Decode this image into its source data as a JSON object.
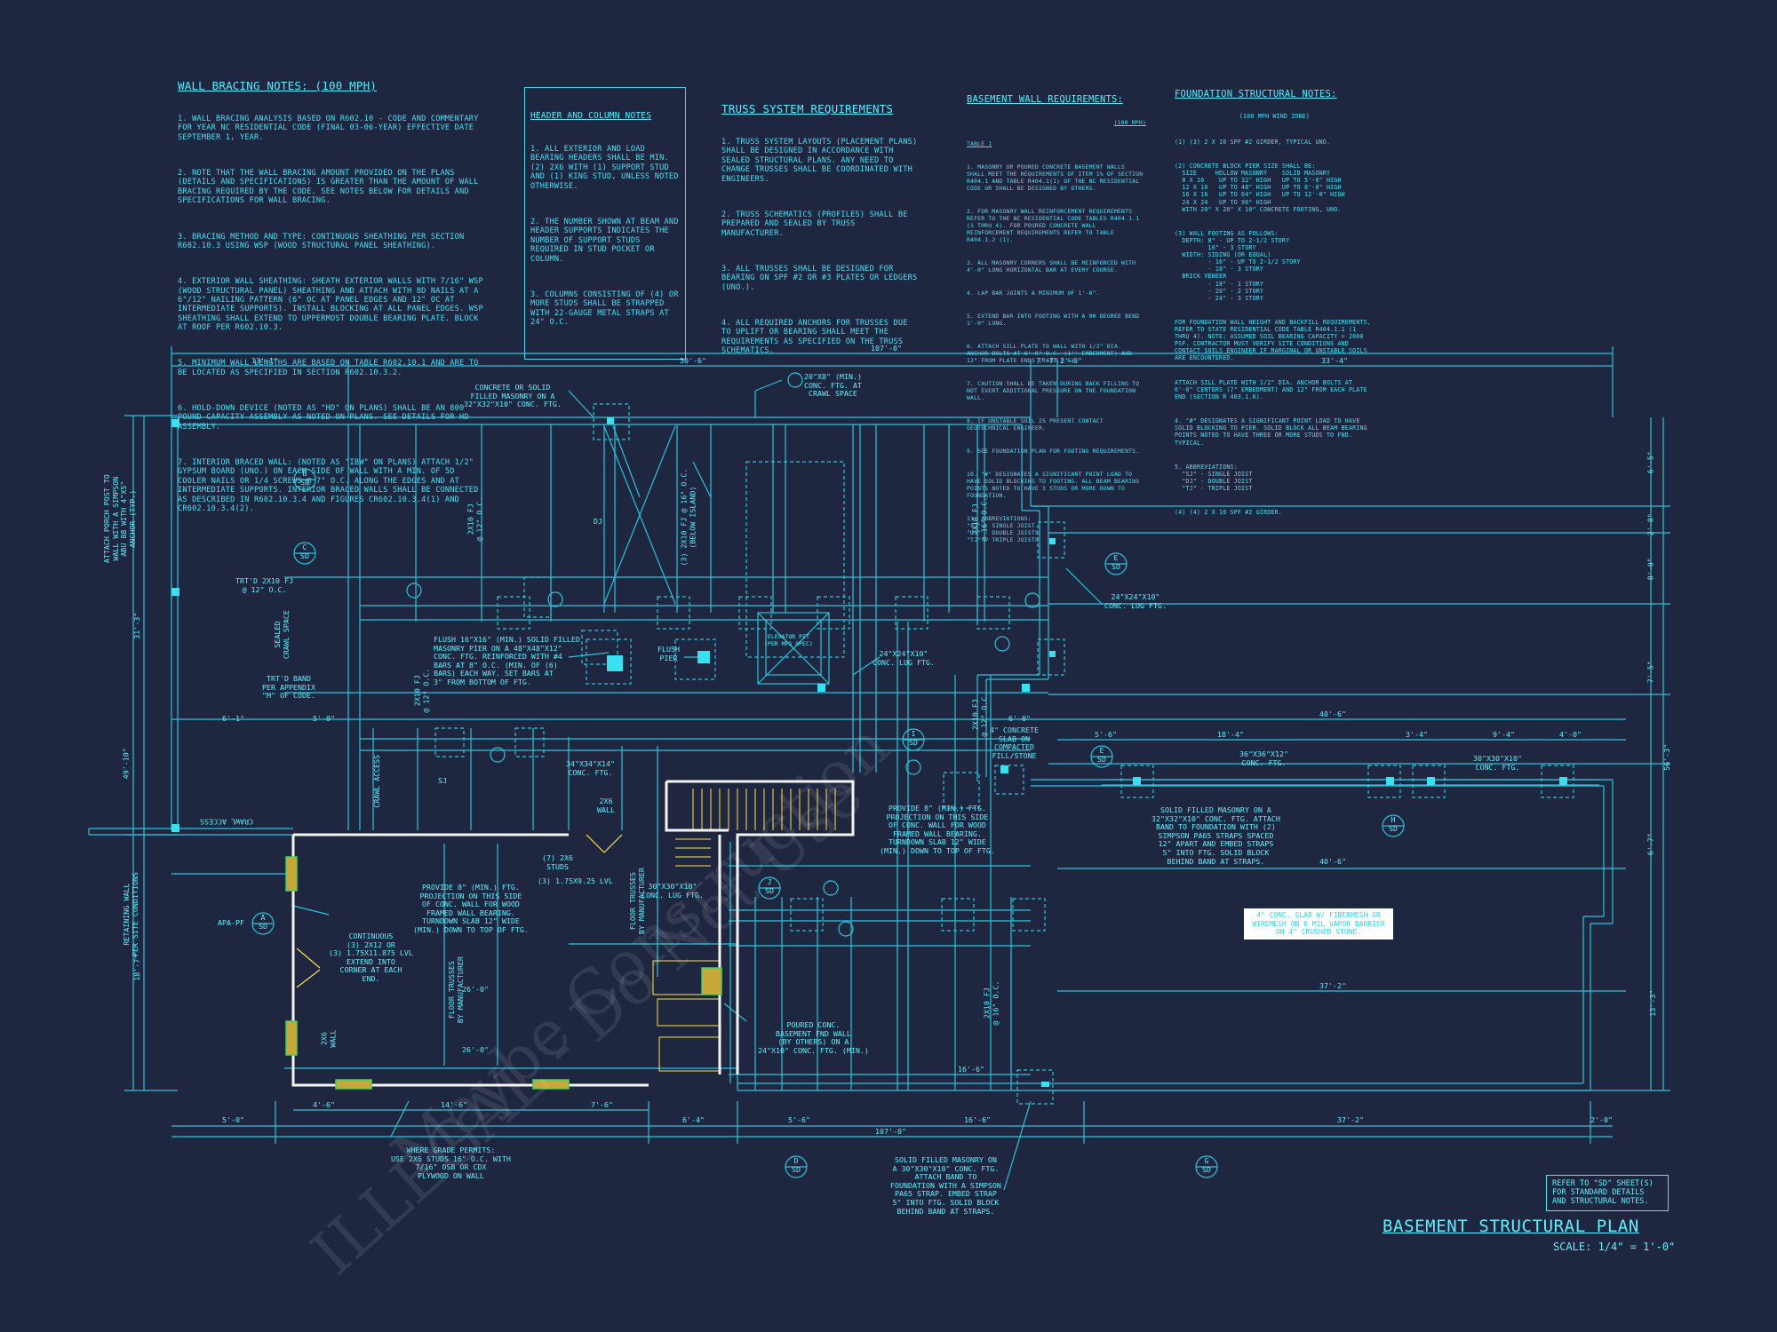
{
  "title": "BASEMENT STRUCTURAL PLAN",
  "scale": "SCALE: 1/4\" = 1'-0\"",
  "ref_note": "REFER TO \"SD\" SHEET(S)\nFOR STANDARD DETAILS\nAND STRUCTURAL NOTES.",
  "watermarks": [
    "Maybe Construction",
    "ILLEGAL - Do Not Use"
  ],
  "wall_bracing": {
    "title": "WALL BRACING NOTES: (100 MPH)",
    "items": [
      "1. WALL BRACING ANALYSIS BASED ON R602.10 - CODE AND COMMENTARY FOR YEAR NC RESIDENTIAL CODE (FINAL 03-06-YEAR) EFFECTIVE DATE SEPTEMBER 1, YEAR.",
      "2. NOTE THAT THE WALL BRACING AMOUNT PROVIDED ON THE PLANS (DETAILS AND SPECIFICATIONS) IS GREATER THAN THE AMOUNT OF WALL BRACING REQUIRED BY THE CODE. SEE NOTES BELOW FOR DETAILS AND SPECIFICATIONS FOR WALL BRACING.",
      "3. BRACING METHOD AND TYPE: CONTINUOUS SHEATHING PER SECTION R602.10.3 USING WSP (WOOD STRUCTURAL PANEL SHEATHING).",
      "4. EXTERIOR WALL SHEATHING: SHEATH EXTERIOR WALLS WITH 7/16\" WSP (WOOD STRUCTURAL PANEL) SHEATHING AND ATTACH WITH 8d NAILS AT A 6\"/12\" NAILING PATTERN (6\" OC AT PANEL EDGES AND 12\" OC AT INTERMEDIATE SUPPORTS). INSTALL BLOCKING AT ALL PANEL EDGES. WSP SHEATHING SHALL EXTEND TO UPPERMOST DOUBLE BEARING PLATE. BLOCK AT ROOF PER R602.10.3.",
      "5. MINIMUM WALL LENGTHS ARE BASED ON TABLE R602.10.1 AND ARE TO BE LOCATED AS SPECIFIED IN SECTION R602.10.3.2.",
      "6. HOLD-DOWN DEVICE (NOTED AS \"HD\" ON PLANS) SHALL BE AN 800 POUND CAPACITY ASSEMBLY AS NOTED ON PLANS. SEE DETAILS FOR HD ASSEMBLY.",
      "7. INTERIOR BRACED WALL: (NOTED AS \"IBW\" ON PLANS) ATTACH 1/2\" GYPSUM BOARD (UNO.) ON EACH SIDE OF WALL WITH A MIN. OF 5d COOLER NAILS OR 1/4 SCREWS @ 7\" O.C. ALONG THE EDGES AND AT INTERMEDIATE SUPPORTS. INTERIOR BRACED WALLS SHALL BE CONNECTED AS DESCRIBED IN R602.10.3.4 AND FIGURES CR602.10.3.4(1) AND CR602.10.3.4(2)."
    ]
  },
  "header_column": {
    "title": "HEADER AND COLUMN NOTES",
    "items": [
      "1. ALL EXTERIOR AND LOAD BEARING HEADERS SHALL BE MIN. (2) 2x6 WITH (1) SUPPORT STUD AND (1) KING STUD, UNLESS NOTED OTHERWISE.",
      "2. THE NUMBER SHOWN AT BEAM AND HEADER SUPPORTS INDICATES THE NUMBER OF SUPPORT STUDS REQUIRED IN STUD POCKET OR COLUMN.",
      "3. COLUMNS CONSISTING OF (4) OR MORE STUDS SHALL BE STRAPPED WITH 22-GAUGE METAL STRAPS AT 24\" O.C."
    ]
  },
  "truss_system": {
    "title": "TRUSS SYSTEM REQUIREMENTS",
    "items": [
      "1. TRUSS SYSTEM LAYOUTS (PLACEMENT PLANS) SHALL BE DESIGNED IN ACCORDANCE WITH SEALED STRUCTURAL PLANS. ANY NEED TO CHANGE TRUSSES SHALL BE COORDINATED WITH ENGINEERS.",
      "2. TRUSS SCHEMATICS (PROFILES) SHALL BE PREPARED AND SEALED BY TRUSS MANUFACTURER.",
      "3. ALL TRUSSES SHALL BE DESIGNED FOR BEARING ON SPF #2 OR #3 PLATES OR LEDGERS (UNO.).",
      "4. ALL REQUIRED ANCHORS FOR TRUSSES DUE TO UPLIFT OR BEARING SHALL MEET THE REQUIREMENTS AS SPECIFIED ON THE TRUSS SCHEMATICS."
    ]
  },
  "basement_wall": {
    "title": "BASEMENT WALL REQUIREMENTS:",
    "subtitle": "(100 MPH)",
    "table": "TABLE 1",
    "items": [
      "1. MASONRY OR POURED CONCRETE BASEMENT WALLS SHALL MEET THE REQUIREMENTS OF ITEM 1% OF SECTION R404.1 AND TABLE R404.1(1) OF THE NC RESIDENTIAL CODE OR SHALL BE DESIGNED BY OTHERS.",
      "2. FOR MASONRY WALL REINFORCEMENT REQUIREMENTS REFER TO THE NC RESIDENTIAL CODE TABLES R404.1.1 (1 THRU 4). FOR POURED CONCRETE WALL REINFORCEMENT REQUIREMENTS REFER TO TABLE R404.1.2 (1).",
      "3. ALL MASONRY CORNERS SHALL BE REINFORCED WITH 4'-0\" LONG HORIZONTAL BAR AT EVERY COURSE.",
      "4. LAP BAR JOINTS A MINIMUM OF 1'-6\".",
      "5. EXTEND BAR INTO FOOTING WITH A 90 DEGREE BEND 1'-0\" LONG.",
      "6. ATTACH SILL PLATE TO WALL WITH 1/2\" DIA. ANCHOR BOLTS AT 6'-0\" O.C. (1'' EMBEDMENT) AND 12\" FROM PLATE ENDS (R403.1.6).",
      "7. CAUTION SHALL BE TAKEN DURING BACK FILLING TO NOT EXERT ADDITIONAL PRESSURE ON THE FOUNDATION WALL.",
      "8. IF UNSTABLE SOIL IS PRESENT CONTACT GEOTECHNICAL ENGINEER.",
      "9. SEE FOUNDATION PLAN FOR FOOTING REQUIREMENTS.",
      "10. \"#\" DESIGNATES A SIGNIFICANT POINT LOAD TO HAVE SOLID BLOCKING TO FOOTING. ALL BEAM BEARING POINTS NOTED TO HAVE 3 STUDS OR MORE DOWN TO FOUNDATION.",
      "11. ABBREVIATIONS:\n\"SJ\" - SINGLE JOIST\n\"DJ\" - DOUBLE JOISTS\n\"TJ\" - TRIPLE JOISTS"
    ]
  },
  "foundation_notes": {
    "title": "FOUNDATION STRUCTURAL NOTES:",
    "subtitle": "(100 MPH WIND ZONE)",
    "items": [
      "(1) (3) 2 x 10 SPF #2 GIRDER, TYPICAL UNO.",
      "(2) CONCRETE BLOCK PIER SIZE SHALL BE:\n  SIZE     HOLLOW MASONRY    SOLID MASONRY\n  8 x 16    UP TO 32\" HIGH   UP TO 5'-0\" HIGH\n  12 x 16   UP TO 48\" HIGH   UP TO 8'-0\" HIGH\n  16 x 16   UP TO 64\" HIGH   UP TO 12'-0\" HIGH\n  24 x 24   UP TO 96\" HIGH\n  WITH 20\" x 20\" x 10\" CONCRETE FOOTING, UNO.",
      "(3) WALL FOOTING AS FOLLOWS:\n  DEPTH: 8\" - UP TO 2-1/2 STORY\n         10\" - 3 STORY\n  WIDTH: SIDING (OR EQUAL)\n         - 16\" - UP TO 2-1/2 STORY\n         - 18\" - 3 STORY\n  BRICK VENEER\n         - 18\" - 1 STORY\n         - 20\" - 2 STORY\n         - 24\" - 3 STORY",
      "FOR FOUNDATION WALL HEIGHT AND BACKFILL REQUIREMENTS, REFER TO STATE RESIDENTIAL CODE TABLE R404.1.1 (1 THRU 4). NOTE: ASSUMED SOIL BEARING CAPACITY = 2000 PSF. CONTRACTOR MUST VERIFY SITE CONDITIONS AND CONTACT SOILS ENGINEER IF MARGINAL OR UNSTABLE SOILS ARE ENCOUNTERED.",
      "ATTACH SILL PLATE WITH 1/2\" DIA. ANCHOR BOLTS AT 6'-0\" CENTERS (7\" EMBEDMENT) AND 12\" FROM EACH PLATE END (SECTION R 403.1.6).",
      "4. \"#\" DESIGNATES A SIGNIFICANT POINT LOAD TO HAVE SOLID BLOCKING TO PIER. SOLID BLOCK ALL BEAM BEARING POINTS NOTED TO HAVE THREE OR MORE STUDS TO FND. TYPICAL.",
      "5. ABBREVIATIONS:\n  \"SJ\" - SINGLE JOIST\n  \"DJ\" - DOUBLE JOIST\n  \"TJ\" - TRIPLE JOIST",
      "(4) (4) 2 x 10 SPF #2 GIRDER."
    ]
  },
  "dimensions": {
    "top_overall": "107'-0\"",
    "top_a": "13'-1\"",
    "top_b": "50'-6\"",
    "top_c": "7'-7\"",
    "top_d": "2'-0\"",
    "top_e": "33'-4\"",
    "bottom_overall": "107'-0\"",
    "bottom_a": "5'-0\"",
    "bottom_b": "4'-6\"",
    "bottom_c": "14'-6\"",
    "bottom_d": "7'-6\"",
    "bottom_e": "6'-4\"",
    "bottom_f": "5'-6\"",
    "bottom_g": "16'-6\"",
    "bottom_h": "37'-2\"",
    "bottom_i": "2'-0\"",
    "left_overall": "49'-10\"",
    "left_a": "31'-3\"",
    "left_b": "18'-7\"",
    "right_overall": "56'-3\"",
    "right_a": "6'-5\"",
    "right_b": "2'-8\"",
    "right_c": "8'-0\"",
    "right_d": "7'-5\"",
    "right_e": "6'-7\"",
    "right_f": "13'-3\"",
    "inner_a": "40'-6\"",
    "inner_b": "37'-2\"",
    "inner_c": "18'-4\"",
    "inner_d": "16'-6\"",
    "inner_e": "26'-0\"",
    "inner_f": "6'-1\"",
    "inner_g": "5'-0\"",
    "inner_h": "6'-0\"",
    "inner_i": "9'-4\"",
    "inner_j": "5'-6\"",
    "inner_k": "3'-4\"",
    "inner_l": "4'-0\""
  },
  "callouts": {
    "conc_filled": "CONCRETE OR SOLID\nFILLED MASONRY ON A\n32\"x32\"x10\" CONC. FTG.",
    "crawl_ftg": "20\"x8\" (MIN.)\nCONC. FTG. AT\nCRAWL SPACE",
    "attach_porch": "ATTACH PORCH POST TO\nWALL WITH A SIMPSON\nABU 88 WITH 4\"x5\"\nANCHOR (TYP.)",
    "trtd_fj": "TRT'D 2x10 FJ\n@ 12\" O.C.",
    "sealed_crawl": "SEALED\nCRAWL SPACE",
    "trtd_band": "TRT'D BAND\nPER APPENDIX\n\"M\" OF CODE.",
    "flush_pier": "FLUSH 16\"x16\" (MIN.) SOLID FILLED\nMASONRY PIER ON A 48\"x48\"x12\"\nCONC. FTG. REINFORCED WITH #4\nBARS AT 8\" O.C. (MIN. OF (6)\nBARS) EACH WAY. SET BARS AT\n3\" FROM BOTTOM OF FTG.",
    "flush": "FLUSH\nPIER",
    "elevator": "ELEVATOR PIT\n(PER MFG SPEC)",
    "lug_ftg_1": "24\"x24\"x10\"\nCONC. LUG FTG.",
    "lug_ftg_2": "24\"x24\"x10\"\nCONC. LUG FTG.",
    "conc_slab": "4\" CONCRETE\nSLAB ON\nCOMPACTED\nFILL/STONE",
    "ftg_36": "36\"x36\"x12\"\nCONC. FTG.",
    "ftg_30": "30\"x30\"x10\"\nCONC. FTG.",
    "ftg_34": "34\"x34\"x14\"\nCONC. FTG.",
    "ftg_30b": "30\"x30\"x10\"\nCONC. LUG FTG.",
    "wall_2x6": "2x6\nWALL",
    "studs_2x6": "(7) 2x6\nSTUDS",
    "lvl": "(3) 1.75x9.25 LVL",
    "provide_8_a": "PROVIDE 8\" (MIN.) FTG.\nPROJECTION ON THIS SIDE\nOF CONC. WALL FOR WOOD\nFRAMED WALL BEARING.\nTURNDOWN SLAB 12\" WIDE\n(MIN.) DOWN TO TOP OF FTG.",
    "provide_8_b": "PROVIDE 8\" (MIN.) FTG.\nPROJECTION ON THIS SIDE\nOF CONC. WALL FOR WOOD\nFRAMED WALL BEARING.\nTURNDOWN SLAB 12\" WIDE\n(MIN.) DOWN TO TOP OF FTG.",
    "solid_filled_1": "SOLID FILLED MASONRY ON A\n32\"x32\"x10\" CONC. FTG. ATTACH\nBAND TO FOUNDATION WITH (2)\nSIMPSON PA65 STRAPS SPACED\n12\" APART AND EMBED STRAPS\n5\" INTO FTG. SOLID BLOCK\nBEHIND BAND AT STRAPS.",
    "slab_vapor": "4\" CONC. SLAB\nW/ FIBERMESH OR WIREMESH\nON 6 MIL VAPOR BARRIER\nON 4\" CRUSHED STONE.",
    "continuous": "CONTINUOUS\n(3) 2x12 OR\n(3) 1.75x11.875 LVL\nEXTEND INTO\nCORNER AT EACH\nEND.",
    "floor_trusses_1": "FLOOR TRUSSES\nBY MANUFACTURER",
    "floor_trusses_2": "FLOOR TRUSSES\nBY MANUFACTURER",
    "poured_conc": "POURED CONC.\nBASEMENT FND WALL\n(BY OTHERS) ON A\n24\"x10\" CONC. FTG. (MIN.)",
    "grade_permits": "WHERE GRADE PERMITS:\nUSE 2x6 STUDS 16\" O.C. WITH\n7/16\" OSB OR CDX\nPLYWOOD ON WALL",
    "solid_filled_2": "SOLID FILLED MASONRY ON\nA 30\"x30\"x10\" CONC. FTG.\nATTACH BAND TO\nFOUNDATION WITH A SIMPSON\nPA65 STRAP. EMBED STRAP\n5\" INTO FTG. SOLID BLOCK\nBEHIND BAND AT STRAPS.",
    "retaining": "RETAINING WALL\nPER SITE CONDITIONS",
    "apa": "APA-PF",
    "crawl_access_1": "CRAWL ACCESS",
    "crawl_access_2": "CRAWL ACCESS",
    "fj_1": "2x10 FJ\n@ 12\" O.C.",
    "fj_2": "2x10 FJ\n@ 12\" O.C.",
    "fj_3": "2x10 FJ\n@ 16\" O.C.",
    "fj_4": "2x10 FJ\n@ 16\" O.C.",
    "fj_5": "2x10 FJ\n@ 12\" O.C.",
    "girder_below": "(3) 2x10 FJ @ 16\" O.C.\n(BELOW ISLAND)",
    "dj": "DJ",
    "sj": "SJ",
    "wall_2x6b": "2x6\nWALL"
  },
  "section_markers": [
    {
      "letter": "B",
      "sheet": "SD"
    },
    {
      "letter": "C",
      "sheet": "SD"
    },
    {
      "letter": "E",
      "sheet": "SD"
    },
    {
      "letter": "I",
      "sheet": "SD"
    },
    {
      "letter": "E",
      "sheet": "SD"
    },
    {
      "letter": "H",
      "sheet": "SD"
    },
    {
      "letter": "A",
      "sheet": "SD"
    },
    {
      "letter": "J",
      "sheet": "SD"
    },
    {
      "letter": "D",
      "sheet": "SD"
    },
    {
      "letter": "G",
      "sheet": "SD"
    }
  ]
}
